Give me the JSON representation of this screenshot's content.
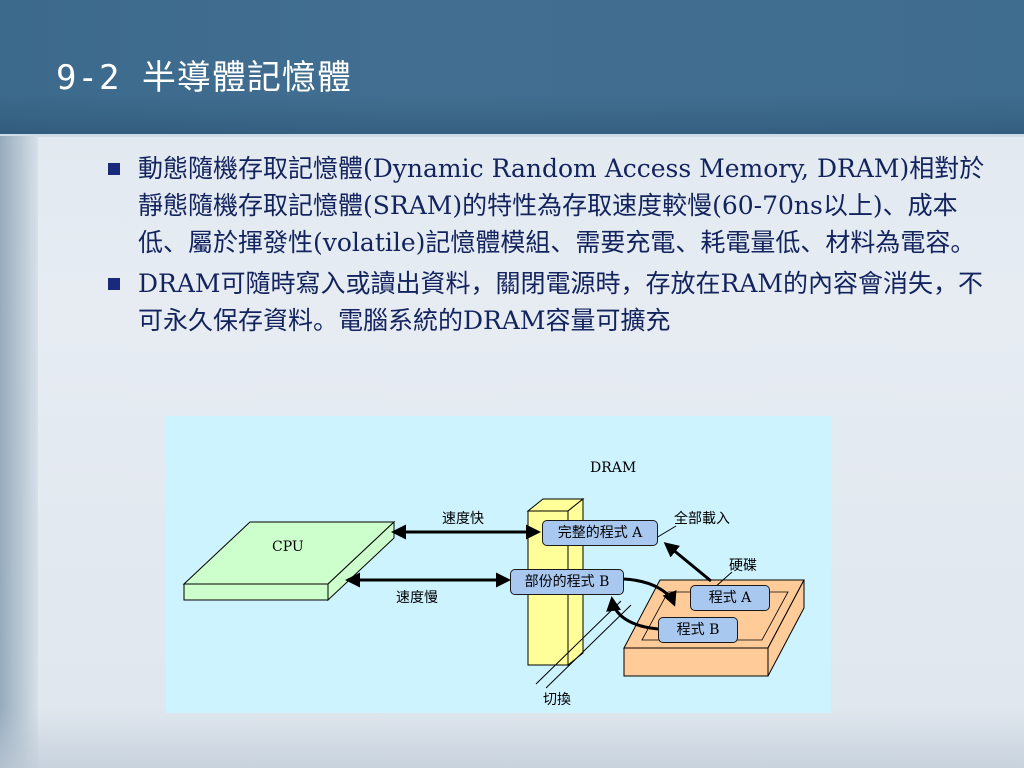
{
  "slide": {
    "title": "9-2  半導體記憶體"
  },
  "bullets": [
    {
      "text": "動態隨機存取記憶體(Dynamic Random Access Memory, DRAM)相對於靜態隨機存取記憶體(SRAM)的特性為存取速度較慢(60-70ns以上)、成本低、屬於揮發性(volatile)記憶體模組、需要充電、耗電量低、材料為電容。"
    },
    {
      "text": "DRAM可隨時寫入或讀出資料，關閉電源時，存放在RAM的內容會消失，不可永久保存資料。電腦系統的DRAM容量可擴充"
    }
  ],
  "diagram": {
    "dram_label": "DRAM",
    "cpu_label": "CPU",
    "fast_label": "速度快",
    "slow_label": "速度慢",
    "full_load_label": "全部載入",
    "hdd_label": "硬碟",
    "swap_label": "切換",
    "full_program_label": "完整的程式 A",
    "partial_program_label": "部份的程式 B",
    "program_a_label": "程式 A",
    "program_b_label": "程式 B",
    "colors": {
      "background": "#cdf3ff",
      "cpu_fill": "#ccffcc",
      "dram_fill": "#ffff99",
      "hdd_fill": "#ffcc99",
      "program_box_fill": "#a9c8ef"
    }
  }
}
